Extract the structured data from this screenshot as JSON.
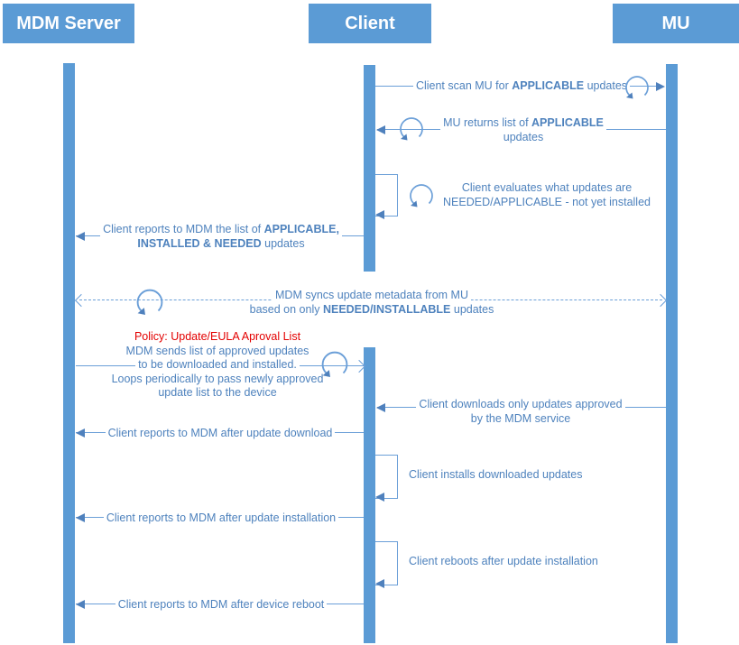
{
  "colors": {
    "accent_blue": "#5b9bd5",
    "line_blue": "#6b9fd8",
    "text_blue": "#4e82bd",
    "policy_red": "#e30000"
  },
  "actors": [
    {
      "id": "mdm",
      "label": "MDM Server"
    },
    {
      "id": "client",
      "label": "Client"
    },
    {
      "id": "mu",
      "label": "MU"
    }
  ],
  "messages": {
    "scan": {
      "from": "Client",
      "to": "MU",
      "pre": "Client scan MU for ",
      "bold": "APPLICABLE",
      "post": " updates"
    },
    "returns": {
      "from": "MU",
      "to": "Client",
      "pre": "MU returns list of ",
      "bold": "APPLICABLE",
      "line2": "updates"
    },
    "evaluates": {
      "from": "Client",
      "to": "Client",
      "line1": "Client evaluates what updates are",
      "line2": "NEEDED/APPLICABLE - not yet installed"
    },
    "reports_list": {
      "from": "Client",
      "to": "MDM Server",
      "pre": "Client reports to MDM the list of ",
      "bold1": "APPLICABLE,",
      "bold2": "INSTALLED & NEEDED",
      "post": " updates"
    },
    "syncs": {
      "from": "MDM Server",
      "to": "MU",
      "line1": "MDM syncs update metadata from MU",
      "pre": "based on only ",
      "bold": "NEEDED/INSTALLABLE",
      "post": " updates"
    },
    "policy": {
      "from": "MDM Server",
      "to": "Client",
      "title": "Policy: Update/EULA Aproval List",
      "line1": "MDM sends list of approved updates",
      "line2": "to be downloaded and installed.",
      "line3": "Loops periodically to pass newly approved",
      "line4": "update list to the device"
    },
    "downloads": {
      "from": "MU",
      "to": "Client",
      "line1": "Client downloads only updates approved",
      "line2": "by the MDM service"
    },
    "report_download": {
      "from": "Client",
      "to": "MDM Server",
      "text": "Client reports to MDM after update download"
    },
    "installs": {
      "from": "Client",
      "to": "Client",
      "text": "Client installs downloaded updates"
    },
    "report_install": {
      "from": "Client",
      "to": "MDM Server",
      "text": "Client reports to MDM after update installation"
    },
    "reboots": {
      "from": "Client",
      "to": "Client",
      "text": "Client reboots after update installation"
    },
    "report_reboot": {
      "from": "Client",
      "to": "MDM Server",
      "text": "Client reports to MDM after device reboot"
    }
  }
}
